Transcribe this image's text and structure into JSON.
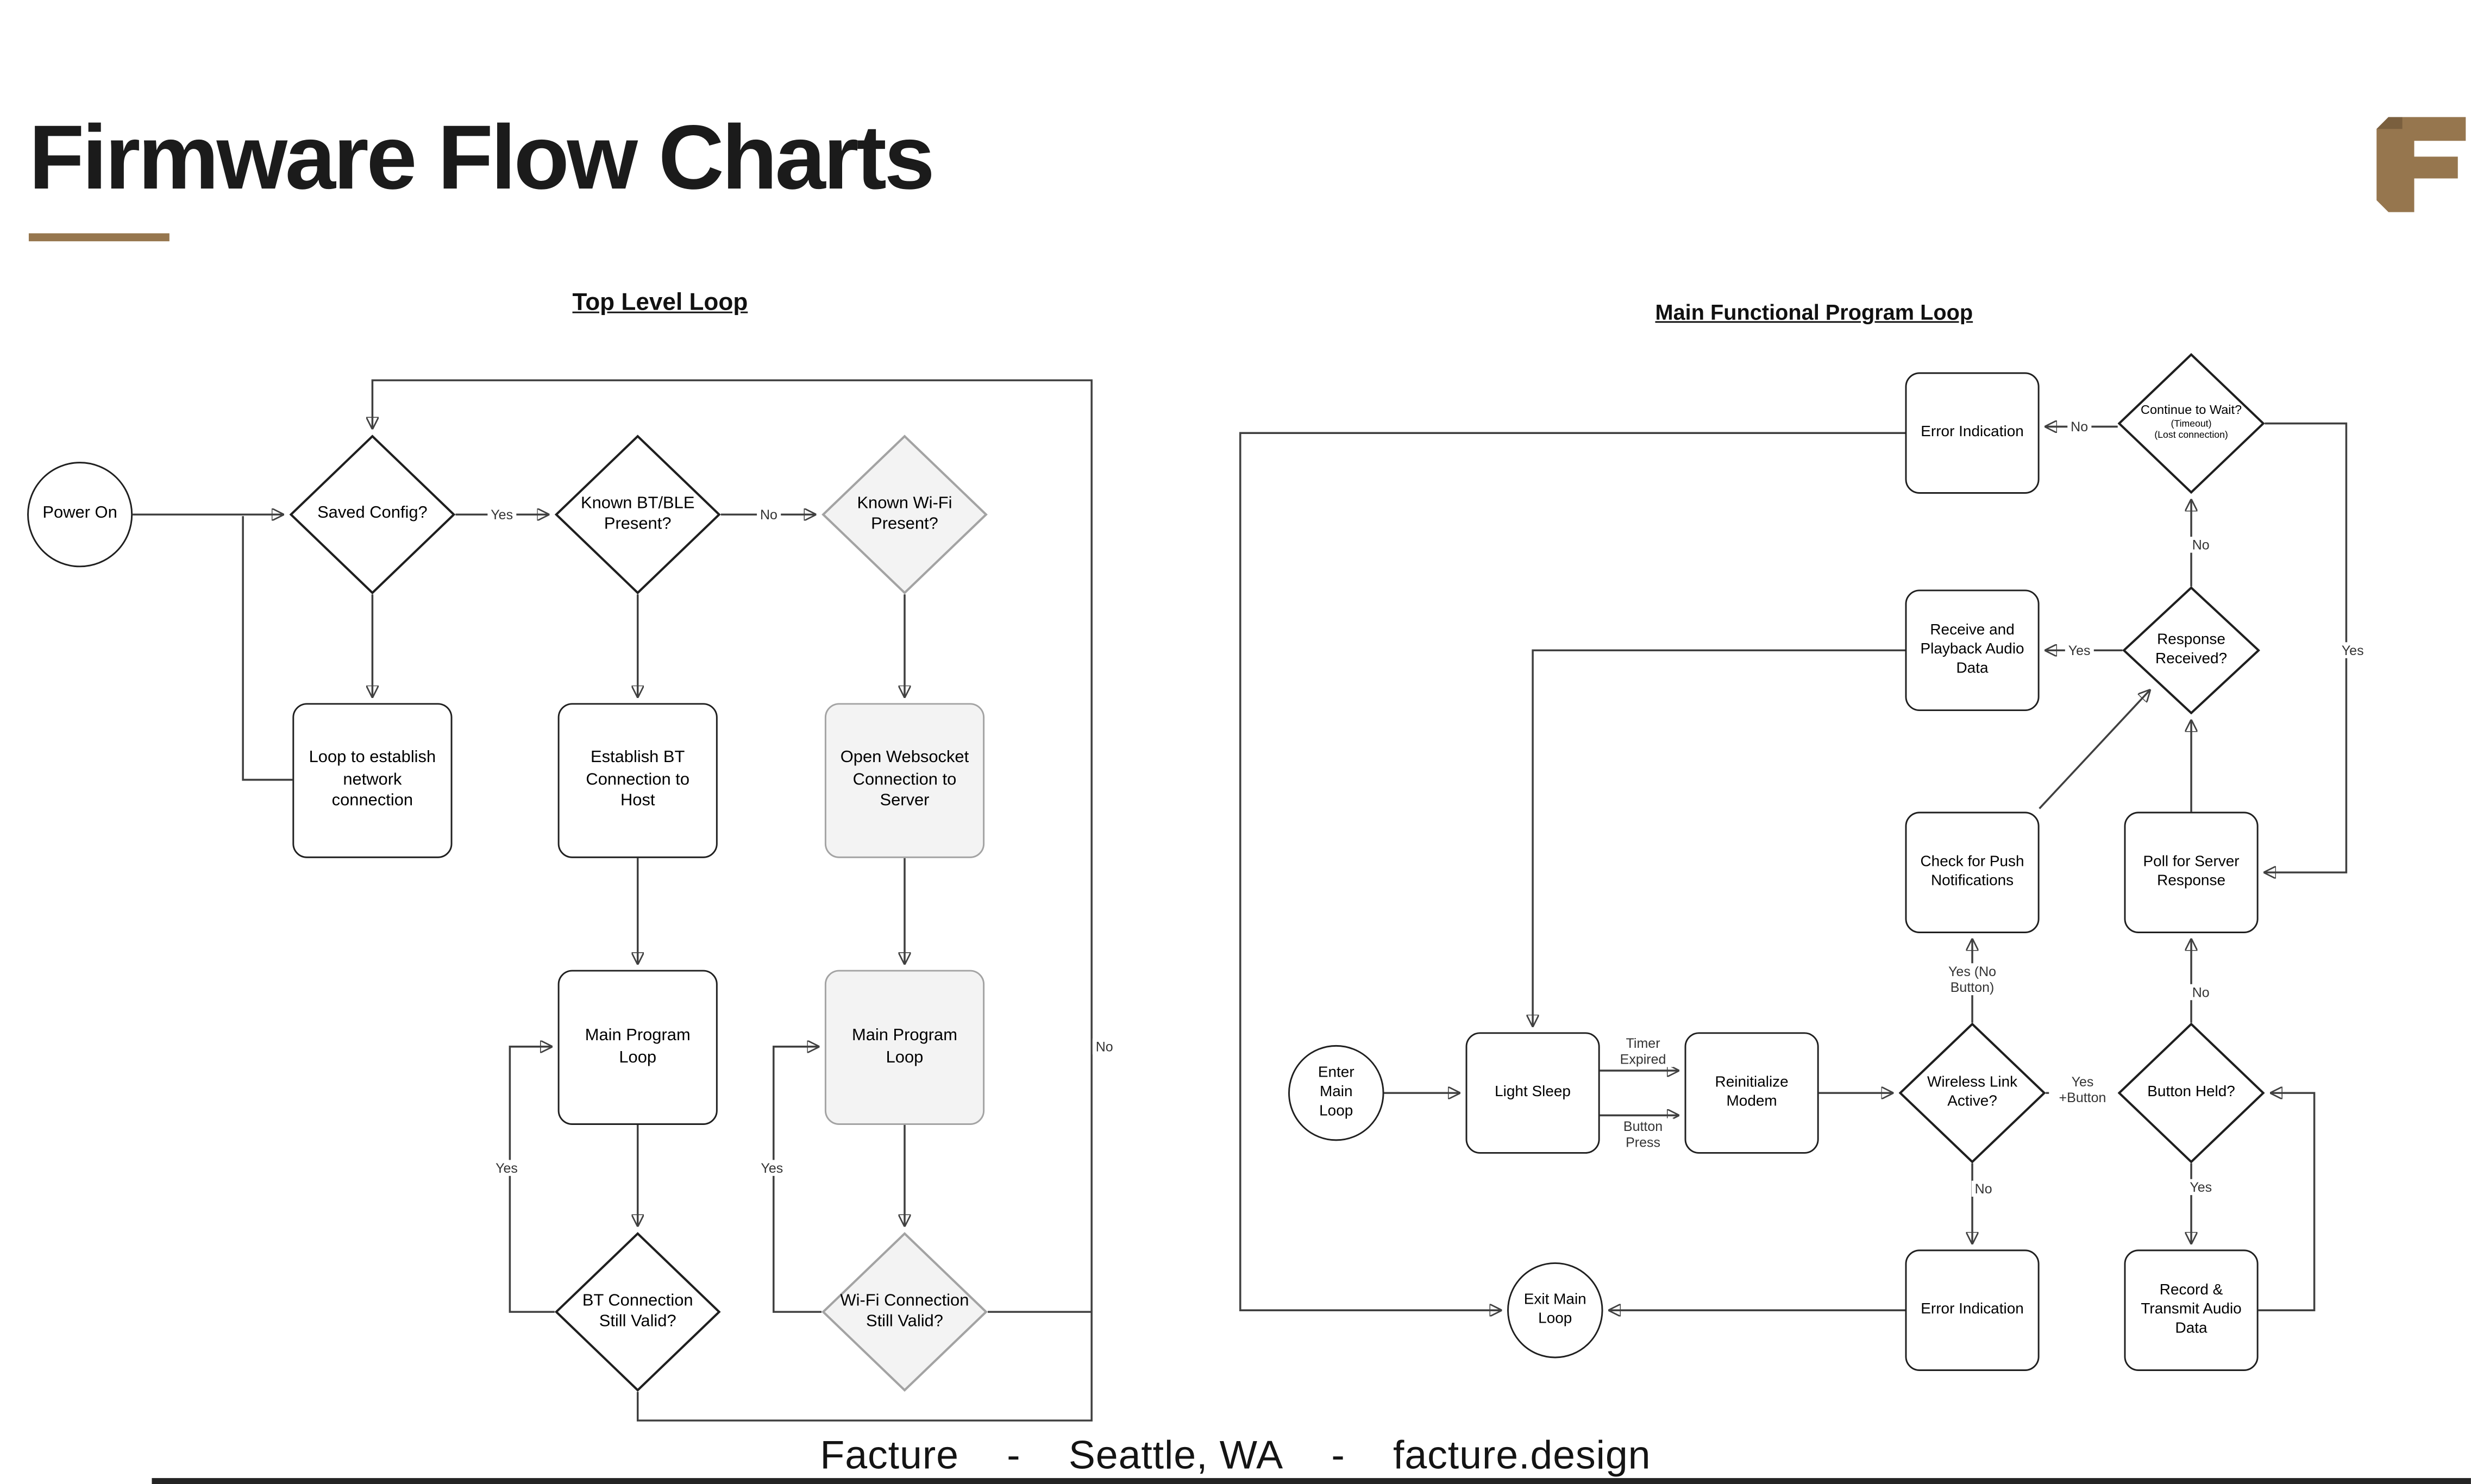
{
  "header": {
    "title": "Firmware Flow Charts"
  },
  "footer": {
    "parts": [
      "Facture",
      "-",
      "Seattle, WA",
      "-",
      "facture.design"
    ]
  },
  "colors": {
    "accent": "#96764e",
    "gray_fill": "#f3f3f3",
    "gray_border": "#a3a3a3"
  },
  "charts": {
    "top_level": {
      "title": "Top Level Loop",
      "nodes": {
        "power_on": "Power On",
        "saved_config": "Saved Config?",
        "known_bt": "Known BT/BLE Present?",
        "known_wifi": "Known Wi-Fi Present?",
        "loop_establish": "Loop to establish network connection",
        "establish_bt": "Establish BT Connection to Host",
        "open_websocket": "Open Websocket Connection to Server",
        "main_loop_bt": "Main Program Loop",
        "main_loop_wifi": "Main Program Loop",
        "bt_valid": "BT Connection Still Valid?",
        "wifi_valid": "Wi-Fi Connection Still Valid?"
      },
      "edge_labels": {
        "yes_saved": "Yes",
        "no_bt": "No",
        "yes_bt_loop": "Yes",
        "yes_wifi_loop": "Yes",
        "no_feedback": "No"
      }
    },
    "main_loop": {
      "title": "Main Functional Program Loop",
      "nodes": {
        "error_top": "Error Indication",
        "continue_wait": "Continue to Wait?",
        "continue_wait_sub1": "(Timeout)",
        "continue_wait_sub2": "(Lost connection)",
        "receive_playback": "Receive and Playback Audio Data",
        "response_received": "Response Received?",
        "check_push": "Check for Push Notifications",
        "poll_server": "Poll for Server Response",
        "enter_loop": "Enter Main Loop",
        "light_sleep": "Light Sleep",
        "reinit_modem": "Reinitialize Modem",
        "wireless_link": "Wireless Link Active?",
        "button_held": "Button Held?",
        "exit_loop": "Exit Main Loop",
        "error_bottom": "Error Indication",
        "record_transmit": "Record & Transmit Audio Data"
      },
      "edge_labels": {
        "timer_expired": "Timer Expired",
        "button_press": "Button Press",
        "yes_button": "Yes +Button",
        "yes_no_button": "Yes (No Button)",
        "no_wireless": "No",
        "yes_record": "Yes",
        "no_button": "No",
        "yes_response": "Yes",
        "no_response": "No",
        "no_continue": "No",
        "yes_continue": "Yes"
      }
    }
  }
}
